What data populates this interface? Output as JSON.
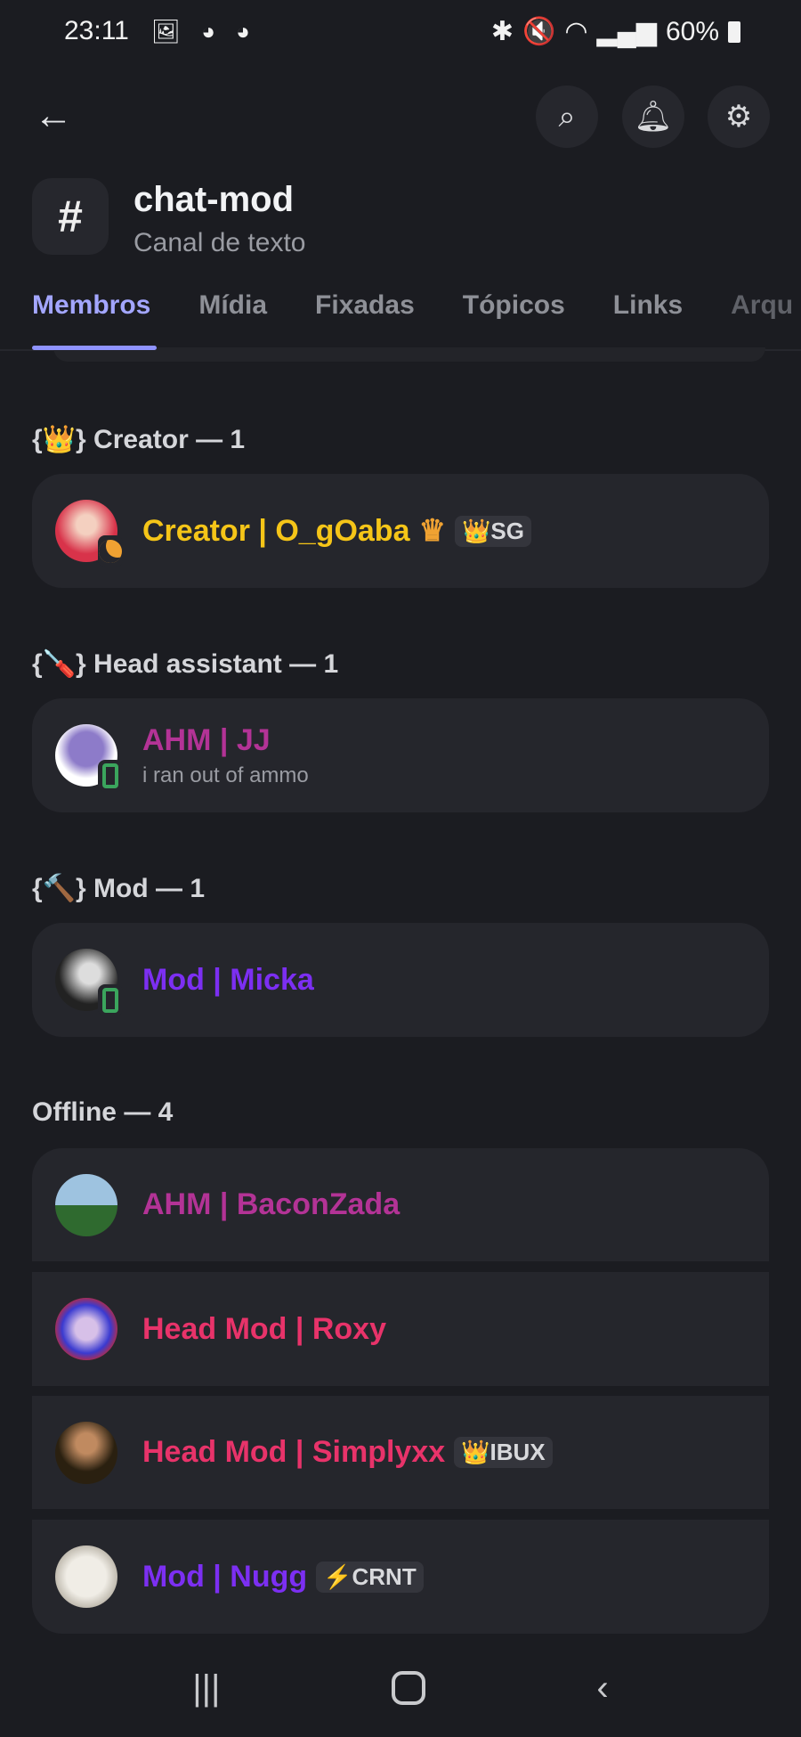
{
  "status_bar": {
    "time": "23:11",
    "notif_icons": [
      "image-icon",
      "discord-icon",
      "discord-icon"
    ],
    "battery": "60%"
  },
  "header": {
    "title": "chat-mod",
    "subtitle": "Canal de texto"
  },
  "tabs": [
    {
      "label": "Membros",
      "active": true
    },
    {
      "label": "Mídia"
    },
    {
      "label": "Fixadas"
    },
    {
      "label": "Tópicos"
    },
    {
      "label": "Links"
    },
    {
      "label": "Arqu"
    }
  ],
  "sections": [
    {
      "label": "{👑} Creator — 1",
      "members": [
        {
          "name": "Creator | O_gOaba",
          "color": "#f5c518",
          "owner_crown": "♛",
          "tag": "SG",
          "tag_icon": "👑",
          "status_icon": "idle"
        }
      ]
    },
    {
      "label": "{🪛} Head assistant — 1",
      "members": [
        {
          "name": "AHM | JJ",
          "color": "#b33396",
          "status": "i ran out of ammo",
          "status_icon": "mobile"
        }
      ]
    },
    {
      "label": "{🔨} Mod — 1",
      "members": [
        {
          "name": "Mod | Micka",
          "color": "#7c2ff2",
          "status_icon": "mobile"
        }
      ]
    },
    {
      "label": "Offline — 4",
      "members": [
        {
          "name": "AHM | BaconZada",
          "color": "#b33396"
        },
        {
          "name": "Head Mod | Roxy",
          "color": "#e8336a"
        },
        {
          "name": "Head Mod | Simplyxx",
          "color": "#e8336a",
          "tag": "IBUX",
          "tag_icon": "👑"
        },
        {
          "name": "Mod | Nugg",
          "color": "#7c2ff2",
          "tag": "CRNT",
          "tag_icon": "⚡"
        }
      ]
    }
  ]
}
